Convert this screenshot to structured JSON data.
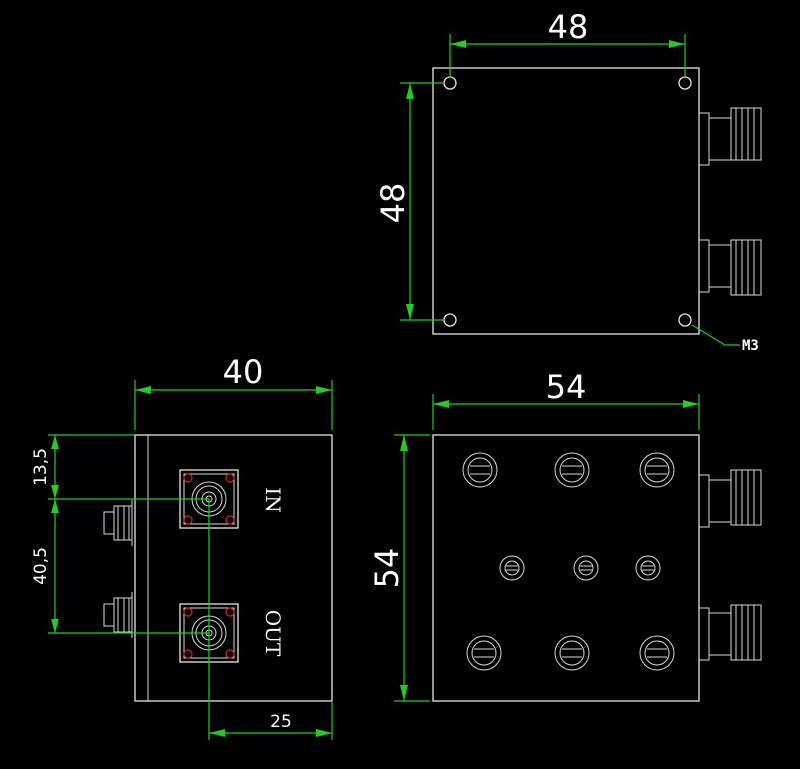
{
  "top_view": {
    "width_dim": "48",
    "height_dim": "48",
    "thread_label": "M3"
  },
  "side_view": {
    "width_dim": "40",
    "top_offset_dim": "13,5",
    "spacing_dim": "40,5",
    "bottom_dim": "25",
    "port_in_label": "IN",
    "port_out_label": "OUT"
  },
  "bottom_view": {
    "width_dim": "54",
    "height_dim": "54"
  },
  "colors": {
    "background": "#000000",
    "outline": "#e6e6e6",
    "dimension": "#22cc22",
    "marker": "#cc2222"
  }
}
